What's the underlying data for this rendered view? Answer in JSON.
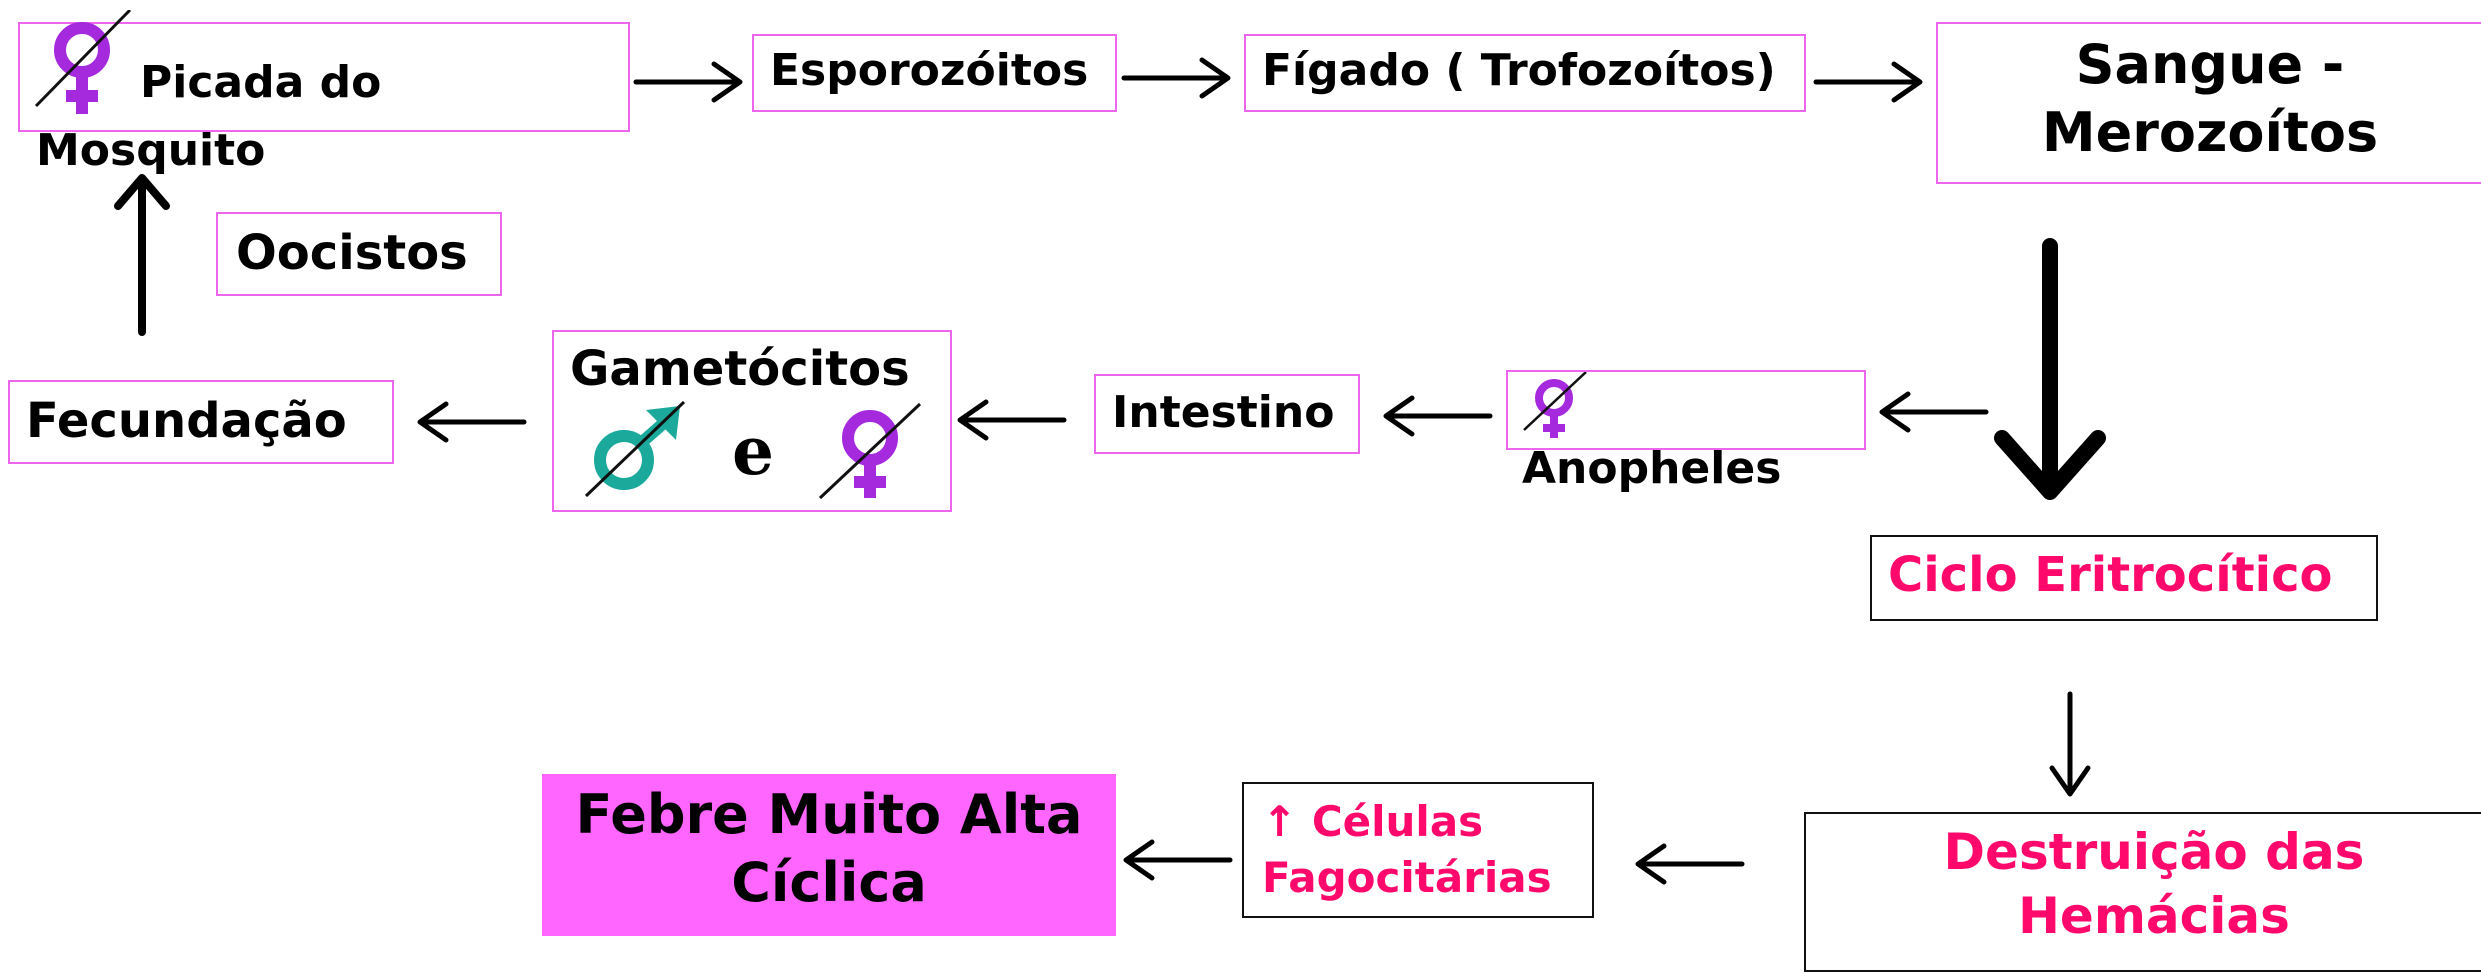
{
  "nodes": {
    "picada": {
      "line1": "Picada do",
      "line2": "Mosquito",
      "icon": "female-symbol-icon"
    },
    "esporozoitos": {
      "label": "Esporozóitos"
    },
    "figado": {
      "label": "Fígado ( Trofozoítos)"
    },
    "sangue": {
      "line1": "Sangue -",
      "line2": "Merozoítos"
    },
    "oocistos": {
      "label": "Oocistos"
    },
    "fecundacao": {
      "label": "Fecundação"
    },
    "gametocitos": {
      "label": "Gametócitos",
      "connector": "e",
      "icons": [
        "male-symbol-icon",
        "female-symbol-icon"
      ]
    },
    "intestino": {
      "label": "Intestino"
    },
    "anopheles": {
      "label": "Anopheles",
      "icon": "female-symbol-icon"
    },
    "ciclo": {
      "label": "Ciclo Eritrocítico"
    },
    "destruicao": {
      "line1": "Destruição das",
      "line2": "Hemácias"
    },
    "celulas": {
      "line1": "↑ Células",
      "line2": "Fagocitárias"
    },
    "febre": {
      "line1": "Febre Muito Alta",
      "line2": "Cíclica"
    }
  },
  "colors": {
    "box_border": "#ee66ee",
    "accent_text": "#ff0a6c",
    "highlight_fill": "#ff66ff",
    "female_symbol": "#a52add",
    "male_symbol": "#1aa99a"
  }
}
